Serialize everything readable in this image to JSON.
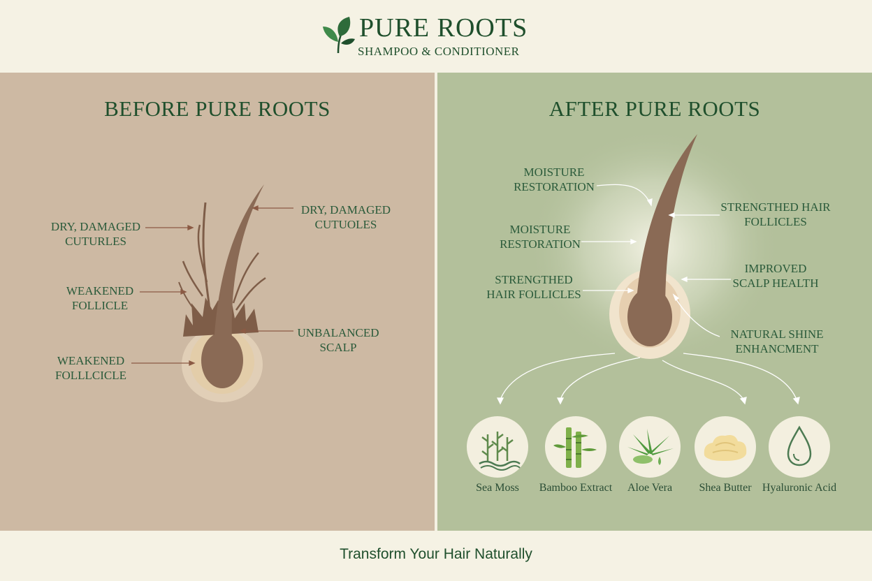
{
  "brand": {
    "name": "PURE ROOTS",
    "tagline": "SHAMPOO & CONDITIONER",
    "logo_icon": "leaf-icon"
  },
  "before": {
    "title": "BEFORE PURE ROOTS",
    "labels": [
      "DRY, DAMAGED\nCUTURLES",
      "DRY, DAMAGED\nCUTUOLES",
      "WEAKENED\nFOLLICLE",
      "UNBALANCED\nSCALP",
      "WEAKENED\nFOLLLCICLE"
    ]
  },
  "after": {
    "title": "AFTER PURE ROOTS",
    "labels": [
      "MOISTURE\nRESTORATION",
      "STRENGTHED HAIR\nFOLLICLES",
      "MOISTURE\nRESTORATION",
      "IMPROVED\nSCALP HEALTH",
      "STRENGTHED\nHAIR FOLLICLES",
      "NATURAL SHINE\nENHANCMENT"
    ],
    "ingredients": [
      {
        "name": "Sea Moss",
        "icon": "sea-moss-icon"
      },
      {
        "name": "Bamboo Extract",
        "icon": "bamboo-icon"
      },
      {
        "name": "Aloe Vera",
        "icon": "aloe-vera-icon"
      },
      {
        "name": "Shea Butter",
        "icon": "shea-butter-icon"
      },
      {
        "name": "Hyaluronic Acid",
        "icon": "droplet-icon"
      }
    ]
  },
  "footer": {
    "text": "Transform Your Hair Naturally"
  },
  "colors": {
    "brand_green": "#1f4f2c",
    "before_bg": "#cdb9a3",
    "after_bg": "#b3c09b",
    "cream": "#f4f1e3",
    "hair_brown": "#8a6a55"
  }
}
